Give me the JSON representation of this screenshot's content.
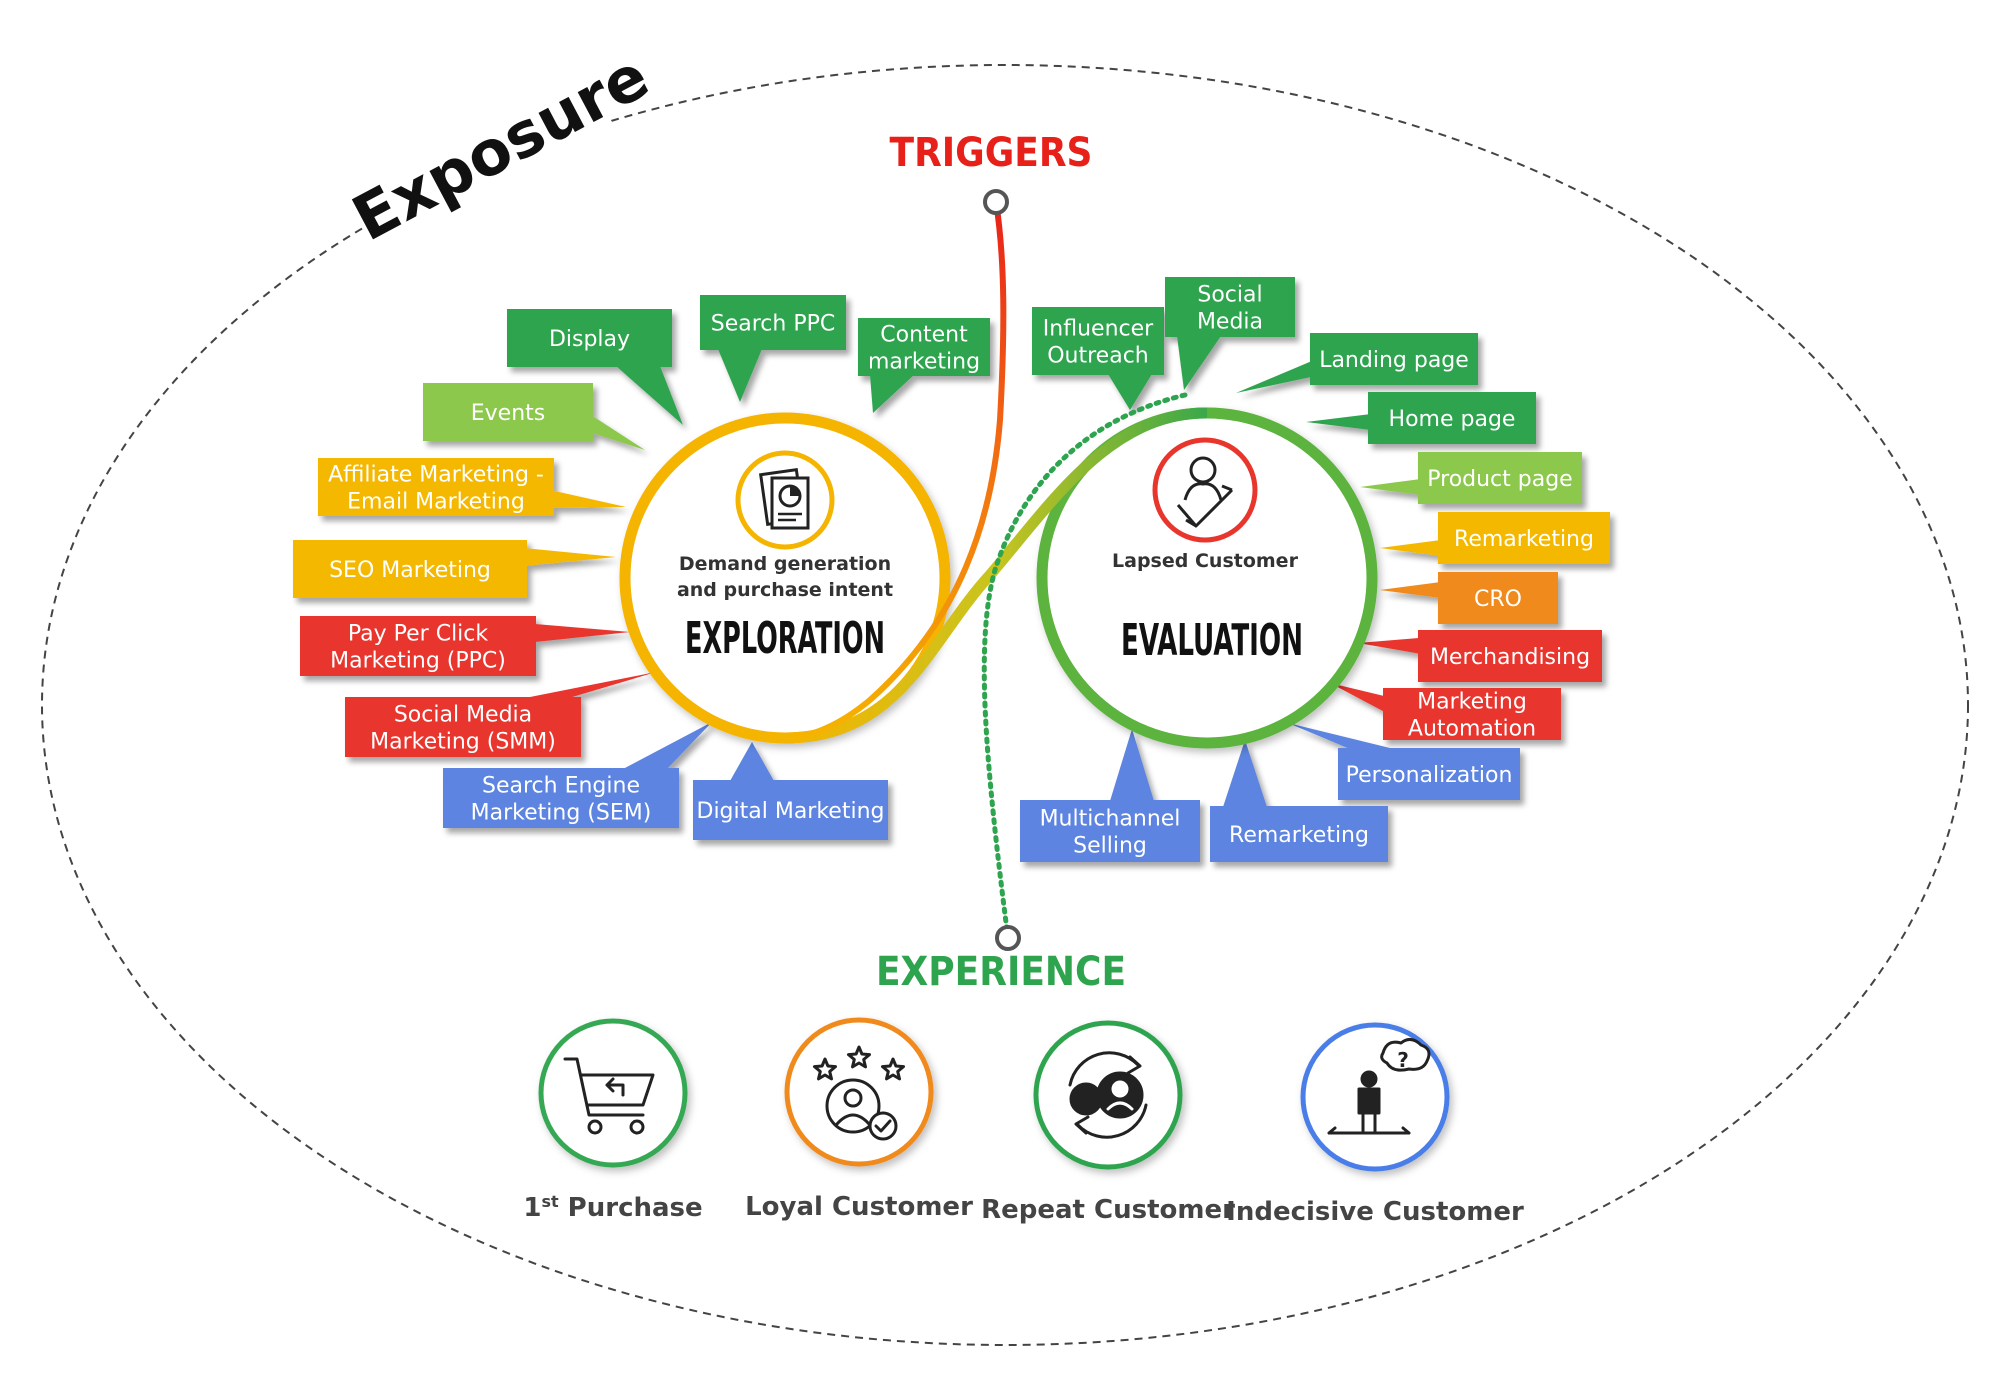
{
  "title": "Exposure",
  "triggers_label": "TRIGGERS",
  "experience_label": "EXPERIENCE",
  "colors": {
    "dark_green": "#2ea44f",
    "light_green": "#8cc84b",
    "yellow": "#f5b800",
    "red": "#e8362d",
    "blue": "#5b84e0",
    "orange": "#f08a1a",
    "triggers_red": "#e8201a",
    "experience_green": "#2ea44f"
  },
  "exploration": {
    "heading": "EXPLORATION",
    "subtitle_line1": "Demand generation",
    "subtitle_line2": "and purchase intent",
    "icon": "report-document-icon"
  },
  "evaluation": {
    "heading": "EVALUATION",
    "subtitle": "Lapsed Customer",
    "icon": "customer-hand-icon"
  },
  "left_channels": [
    {
      "lines": [
        "Display"
      ],
      "color": "dark_green"
    },
    {
      "lines": [
        "Search PPC"
      ],
      "color": "dark_green"
    },
    {
      "lines": [
        "Content",
        "marketing"
      ],
      "color": "dark_green"
    },
    {
      "lines": [
        "Events"
      ],
      "color": "light_green"
    },
    {
      "lines": [
        "Affiliate Marketing -",
        "Email Marketing"
      ],
      "color": "yellow"
    },
    {
      "lines": [
        "SEO Marketing"
      ],
      "color": "yellow"
    },
    {
      "lines": [
        "Pay Per Click",
        "Marketing (PPC)"
      ],
      "color": "red"
    },
    {
      "lines": [
        "Social Media",
        "Marketing (SMM)"
      ],
      "color": "red"
    },
    {
      "lines": [
        "Search Engine",
        "Marketing (SEM)"
      ],
      "color": "blue"
    },
    {
      "lines": [
        "Digital Marketing"
      ],
      "color": "blue"
    }
  ],
  "right_channels": [
    {
      "lines": [
        "Influencer",
        "Outreach"
      ],
      "color": "dark_green"
    },
    {
      "lines": [
        "Social",
        "Media"
      ],
      "color": "dark_green"
    },
    {
      "lines": [
        "Landing page"
      ],
      "color": "dark_green"
    },
    {
      "lines": [
        "Home page"
      ],
      "color": "dark_green"
    },
    {
      "lines": [
        "Product page"
      ],
      "color": "light_green"
    },
    {
      "lines": [
        "Remarketing"
      ],
      "color": "yellow"
    },
    {
      "lines": [
        "CRO"
      ],
      "color": "orange"
    },
    {
      "lines": [
        "Merchandising"
      ],
      "color": "red"
    },
    {
      "lines": [
        "Marketing",
        "Automation"
      ],
      "color": "red"
    },
    {
      "lines": [
        "Personalization"
      ],
      "color": "blue"
    },
    {
      "lines": [
        "Multichannel",
        "Selling"
      ],
      "color": "blue"
    },
    {
      "lines": [
        "Remarketing"
      ],
      "color": "blue"
    }
  ],
  "personas": [
    {
      "label": "1st Purchase",
      "label_main": "1",
      "label_sup": "st",
      "label_rest": " Purchase",
      "icon": "shopping-cart-icon",
      "ring": "#34a853"
    },
    {
      "label": "Loyal Customer",
      "icon": "loyal-customer-stars-icon",
      "ring": "#f08a1a"
    },
    {
      "label": "Repeat Customer",
      "icon": "repeat-customer-cycle-icon",
      "ring": "#2ea44f"
    },
    {
      "label": "Indecisive Customer",
      "icon": "indecisive-person-icon",
      "ring": "#4a7de8"
    }
  ]
}
